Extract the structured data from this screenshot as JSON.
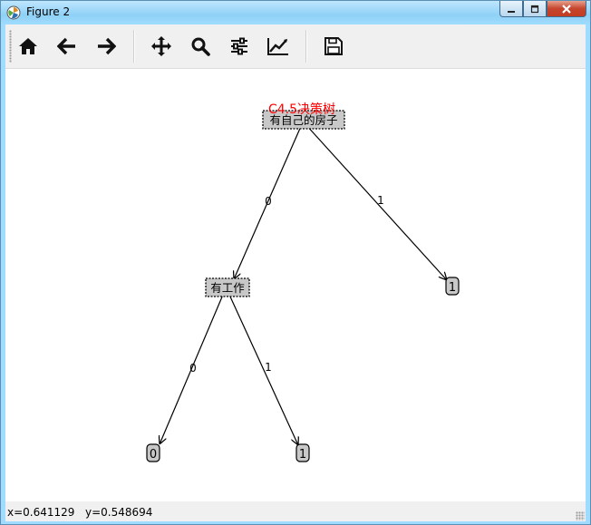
{
  "window": {
    "title": "Figure 2",
    "app_icon": "matplotlib-icon"
  },
  "window_controls": {
    "minimize": "minimize-icon",
    "maximize": "maximize-icon",
    "close": "close-icon"
  },
  "toolbar": {
    "buttons": [
      {
        "name": "home-button",
        "icon": "home-icon"
      },
      {
        "name": "back-button",
        "icon": "arrow-left-icon"
      },
      {
        "name": "forward-button",
        "icon": "arrow-right-icon"
      },
      {
        "name": "pan-button",
        "icon": "move-icon"
      },
      {
        "name": "zoom-button",
        "icon": "magnifier-icon"
      },
      {
        "name": "subplots-button",
        "icon": "sliders-icon"
      },
      {
        "name": "edit-axes-button",
        "icon": "line-chart-icon"
      },
      {
        "name": "save-button",
        "icon": "floppy-disk-icon"
      }
    ]
  },
  "figure": {
    "title": "C4.5决策树",
    "title_color": "#ff0000",
    "root": {
      "label": "有自己的房子"
    },
    "node_work": {
      "label": "有工作"
    },
    "leaf_root_1": {
      "label": "1"
    },
    "leaf_work_0": {
      "label": "0"
    },
    "leaf_work_1": {
      "label": "1"
    },
    "edge_root_0": "0",
    "edge_root_1": "1",
    "edge_work_0": "0",
    "edge_work_1": "1"
  },
  "status": {
    "x": "x=0.641129",
    "y": "y=0.548694"
  }
}
